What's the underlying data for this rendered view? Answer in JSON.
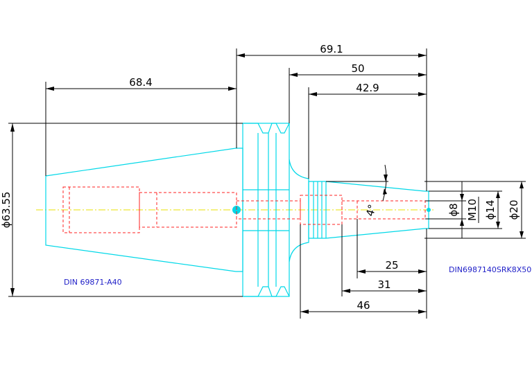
{
  "dimensions": {
    "d691": "69.1",
    "d50": "50",
    "d429": "42.9",
    "d684": "68.4",
    "d6355": "ϕ63.55",
    "d25": "25",
    "d31": "31",
    "d46": "46",
    "phi8": "ϕ8",
    "m10": "M10",
    "phi14": "ϕ14",
    "phi20": "ϕ20",
    "angle": "4°"
  },
  "labels": {
    "left": "DIN 69871-A40",
    "right": "DIN6987140SRK8X50"
  },
  "colors": {
    "outline": "#00d8e8",
    "hidden_lines": "#ff2020",
    "center_line": "#e8e000",
    "dimension_lines": "#000000",
    "label_text": "#2020c8"
  }
}
